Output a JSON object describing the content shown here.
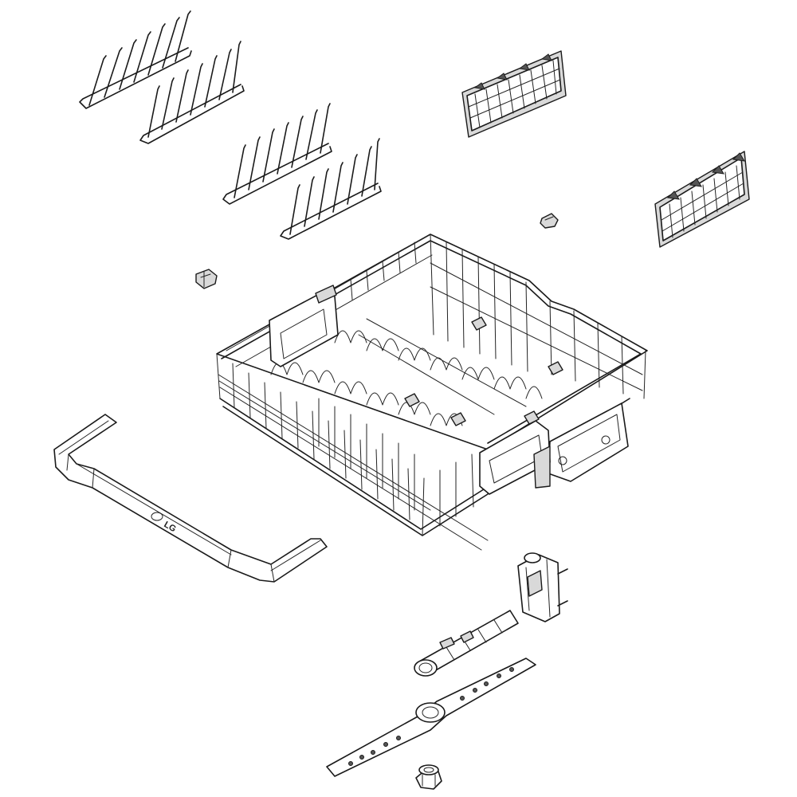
{
  "diagram": {
    "parts": [
      {
        "id": "tine-row-1"
      },
      {
        "id": "tine-row-2"
      },
      {
        "id": "tine-row-3"
      },
      {
        "id": "tine-row-4"
      },
      {
        "id": "rack-divider-1"
      },
      {
        "id": "rack-divider-2"
      },
      {
        "id": "clip-1"
      },
      {
        "id": "clip-2"
      },
      {
        "id": "upper-rack-basket"
      },
      {
        "id": "rack-handle"
      },
      {
        "id": "spray-arm-feed-tube"
      },
      {
        "id": "spray-arm"
      },
      {
        "id": "spray-arm-nut"
      }
    ],
    "handle_logo": "LG"
  }
}
